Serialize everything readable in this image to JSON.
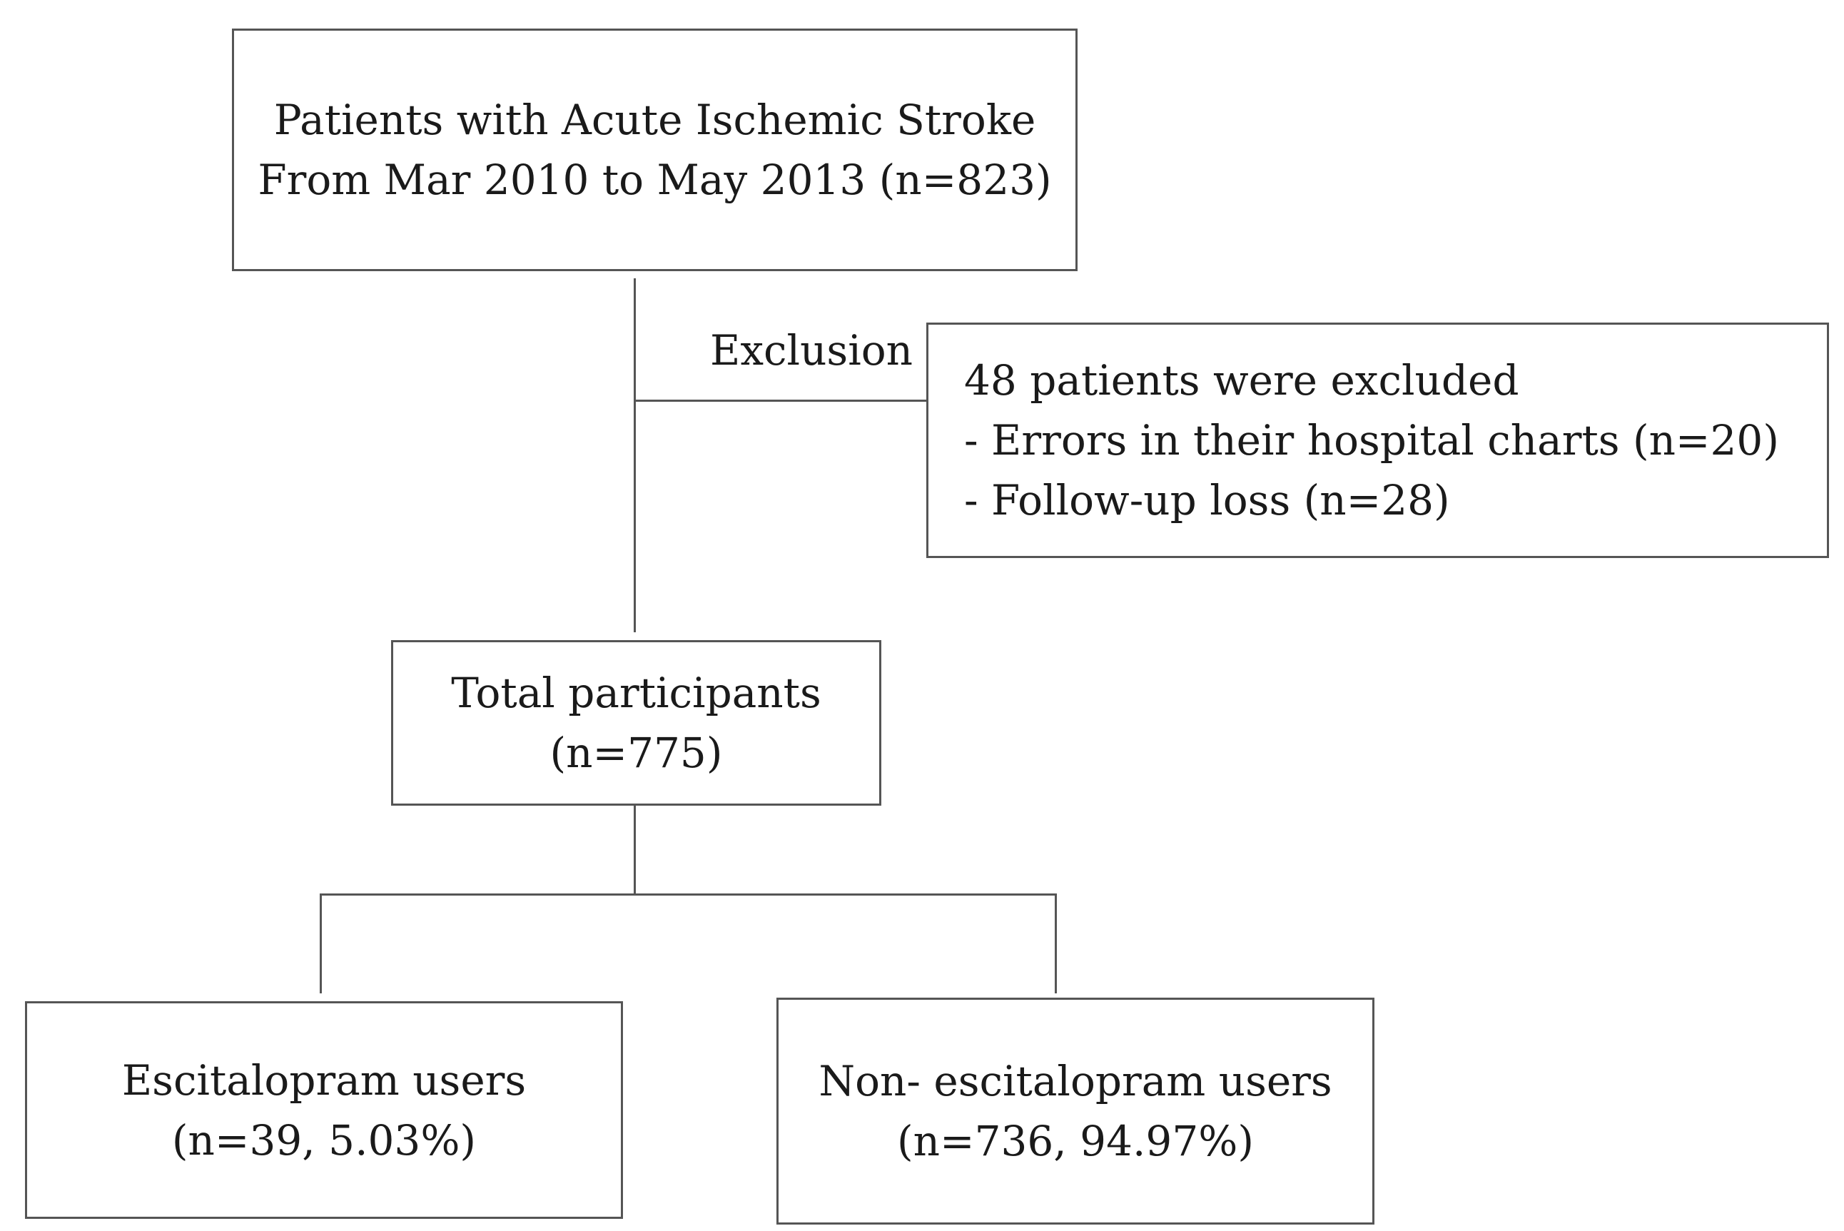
{
  "flowchart": {
    "top_box": {
      "line1": "Patients with Acute Ischemic Stroke",
      "line2": "From Mar 2010 to May 2013 (n=823)"
    },
    "exclusion_label": "Exclusion",
    "exclusion_box": {
      "line1": "48 patients were excluded",
      "line2": "- Errors in their hospital charts (n=20)",
      "line3": "- Follow-up loss (n=28)"
    },
    "total_box": {
      "line1": "Total participants",
      "line2": "(n=775)"
    },
    "left_box": {
      "line1": "Escitalopram users",
      "line2": "(n=39, 5.03%)"
    },
    "right_box": {
      "line1": "Non- escitalopram users",
      "line2": "(n=736, 94.97%)"
    }
  }
}
